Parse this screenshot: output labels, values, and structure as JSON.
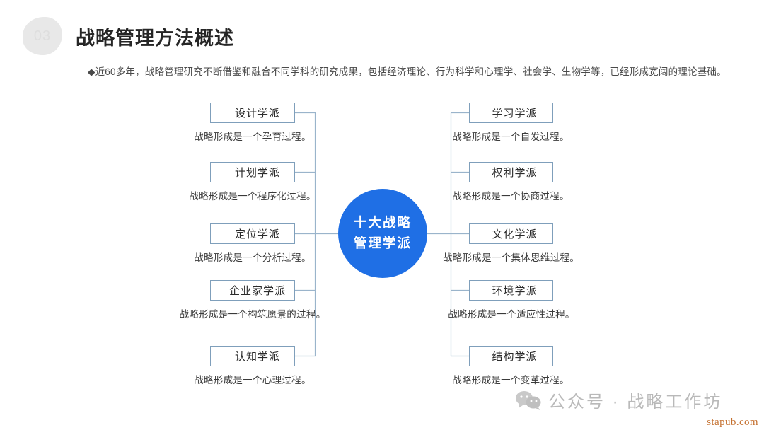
{
  "header": {
    "section_number": "03",
    "title": "战略管理方法概述",
    "subtitle": "◆近60多年，战略管理研究不断借鉴和融合不同学科的研究成果，包括经济理论、行为科学和心理学、社会学、生物学等，已经形成宽阔的理论基础。"
  },
  "center": {
    "line1": "十大战略",
    "line2": "管理学派",
    "color": "#1f6fe5"
  },
  "colors": {
    "box_border": "#7f9fbb",
    "connector": "#9ab4cb",
    "accent_blue": "#1f6fe5",
    "url_orange": "#c4702f",
    "badge_gray": "#e8e8e8"
  },
  "chart_data": {
    "type": "diagram",
    "title": "十大战略管理学派",
    "left_nodes": [
      {
        "label": "设计学派",
        "desc": "战略形成是一个孕育过程。"
      },
      {
        "label": "计划学派",
        "desc": "战略形成是一个程序化过程。"
      },
      {
        "label": "定位学派",
        "desc": "战略形成是一个分析过程。"
      },
      {
        "label": "企业家学派",
        "desc": "战略形成是一个构筑愿景的过程。"
      },
      {
        "label": "认知学派",
        "desc": "战略形成是一个心理过程。"
      }
    ],
    "right_nodes": [
      {
        "label": "学习学派",
        "desc": "战略形成是一个自发过程。"
      },
      {
        "label": "权利学派",
        "desc": "战略形成是一个协商过程。"
      },
      {
        "label": "文化学派",
        "desc": "战略形成是一个集体思维过程。"
      },
      {
        "label": "环境学派",
        "desc": "战略形成是一个适应性过程。"
      },
      {
        "label": "结构学派",
        "desc": "战略形成是一个变革过程。"
      }
    ]
  },
  "watermark": {
    "icon": "wechat-icon",
    "text": "公众号 · 战略工作坊",
    "url": "stapub.com"
  }
}
